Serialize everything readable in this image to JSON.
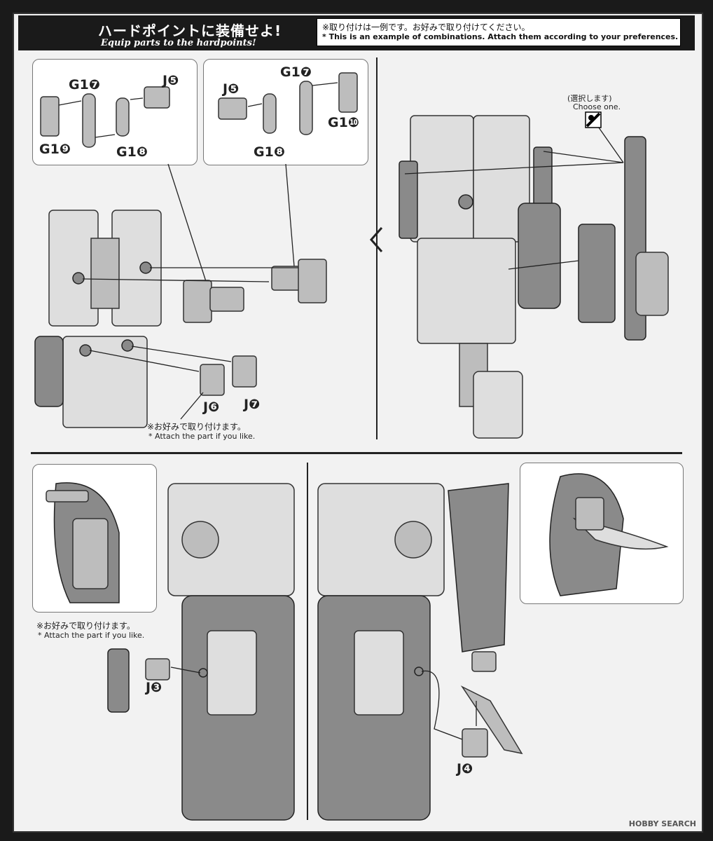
{
  "header": {
    "title_jp": "ハードポイントに装備せよ!",
    "title_en": "Equip parts to the hardpoints!",
    "note_jp": "※取り付けは一例です。お好みで取り付けてください。",
    "note_en": "* This is an example of combinations. Attach them according to your preferences."
  },
  "top_left": {
    "callout_a": {
      "g17": "G1❼",
      "j5": "J❺",
      "g19": "G1❾",
      "g18": "G1❽"
    },
    "callout_b": {
      "g17": "G1❼",
      "j5": "J❺",
      "g110": "G1❿",
      "g18": "G1❽"
    },
    "j6": "J❻",
    "j7": "J❼",
    "optional_jp": "※お好みで取り付けます。",
    "optional_en": "* Attach the part if you like."
  },
  "top_right": {
    "choose_jp": "(選択します)",
    "choose_en": "Choose one."
  },
  "bottom_left": {
    "optional_jp": "※お好みで取り付けます。",
    "optional_en": "* Attach the part if you like.",
    "j3": "J❸"
  },
  "bottom_right": {
    "j4": "J❹"
  },
  "footer": {
    "watermark": "HOBBY SEARCH"
  }
}
